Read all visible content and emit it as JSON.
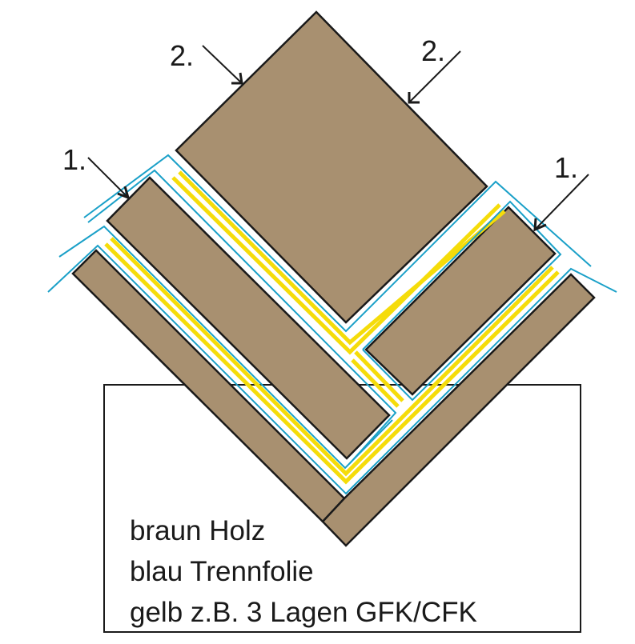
{
  "labels": {
    "top_left": "2.",
    "top_right": "2.",
    "mid_left": "1.",
    "mid_right": "1."
  },
  "legend": {
    "line1": "braun Holz",
    "line2": "blau Trennfolie",
    "line3": "gelb z.B. 3 Lagen GFK/CFK"
  },
  "colors": {
    "wood": "#a89070",
    "foil": "#1aa0c8",
    "fiber": "#f5dc0a",
    "outline": "#1a1a1a"
  }
}
